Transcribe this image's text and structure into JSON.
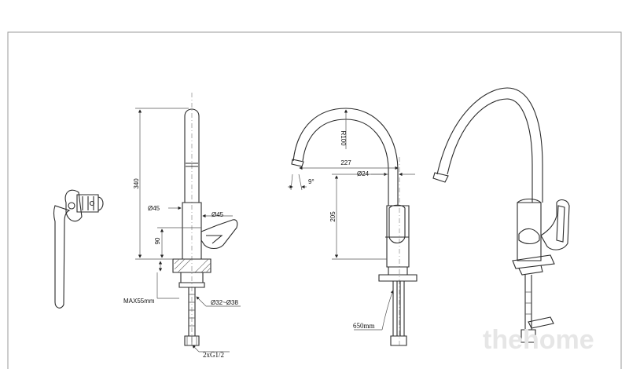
{
  "dimensions": {
    "height_340": "340",
    "dia_45_left": "Ø45",
    "dia_45_right": "Ø45",
    "height_90": "90",
    "max_55": "MAX55mm",
    "dia_32_38": "Ø32~Ø38",
    "thread": "2xG1/2",
    "radius_100": "R100",
    "reach_227": "227",
    "dia_24": "Ø24",
    "angle_9": "9°",
    "height_205": "205",
    "hose_650": "650mm"
  },
  "watermark": "thehome"
}
